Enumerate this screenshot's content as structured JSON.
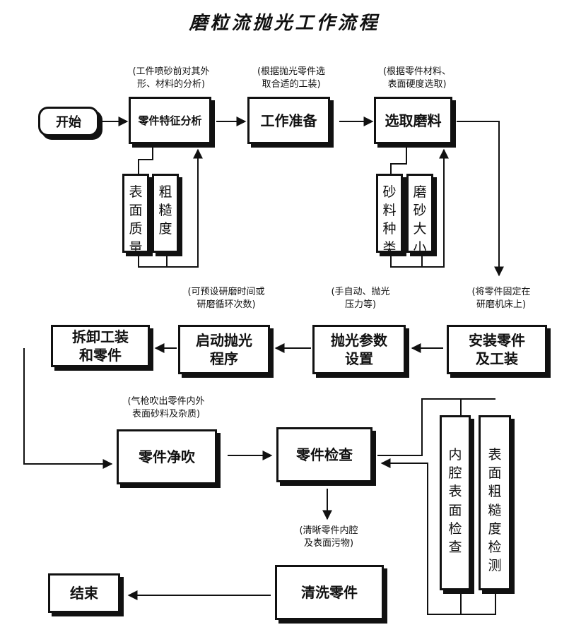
{
  "title": "磨粒流抛光工作流程",
  "nodes": {
    "start": "开始",
    "analyze": "零件特征分析",
    "prepare": "工作准备",
    "choose_abrasive": "选取磨料",
    "install": "安装零件\n及工装",
    "set_params": "抛光参数\n设置",
    "start_program": "启动抛光\n程序",
    "remove": "拆卸工装\n和零件",
    "blow": "零件净吹",
    "inspect": "零件检查",
    "wash": "清洗零件",
    "end": "结束"
  },
  "sub_boxes": {
    "surface_quality": "表面质量",
    "roughness": "粗糙度",
    "abrasive_type": "砂料种类",
    "abrasive_size": "磨砂大小",
    "cavity_surface_check": "内腔表面检查",
    "surface_roughness_check": "表面粗糙度检测"
  },
  "notes": {
    "analyze": "(工件喷砂前对其外\n形、材料的分析)",
    "prepare": "(根据抛光零件选\n取合适的工装)",
    "choose_abrasive": "(根据零件材料、\n表面硬度选取)",
    "install": "(将零件固定在\n研磨机床上)",
    "set_params": "(手自动、抛光\n压力等)",
    "start_program": "(可预设研磨时间或\n研磨循环次数)",
    "blow": "(气枪吹出零件内外\n表面砂料及杂质)",
    "wash": "(清晰零件内腔\n及表面污物)"
  }
}
